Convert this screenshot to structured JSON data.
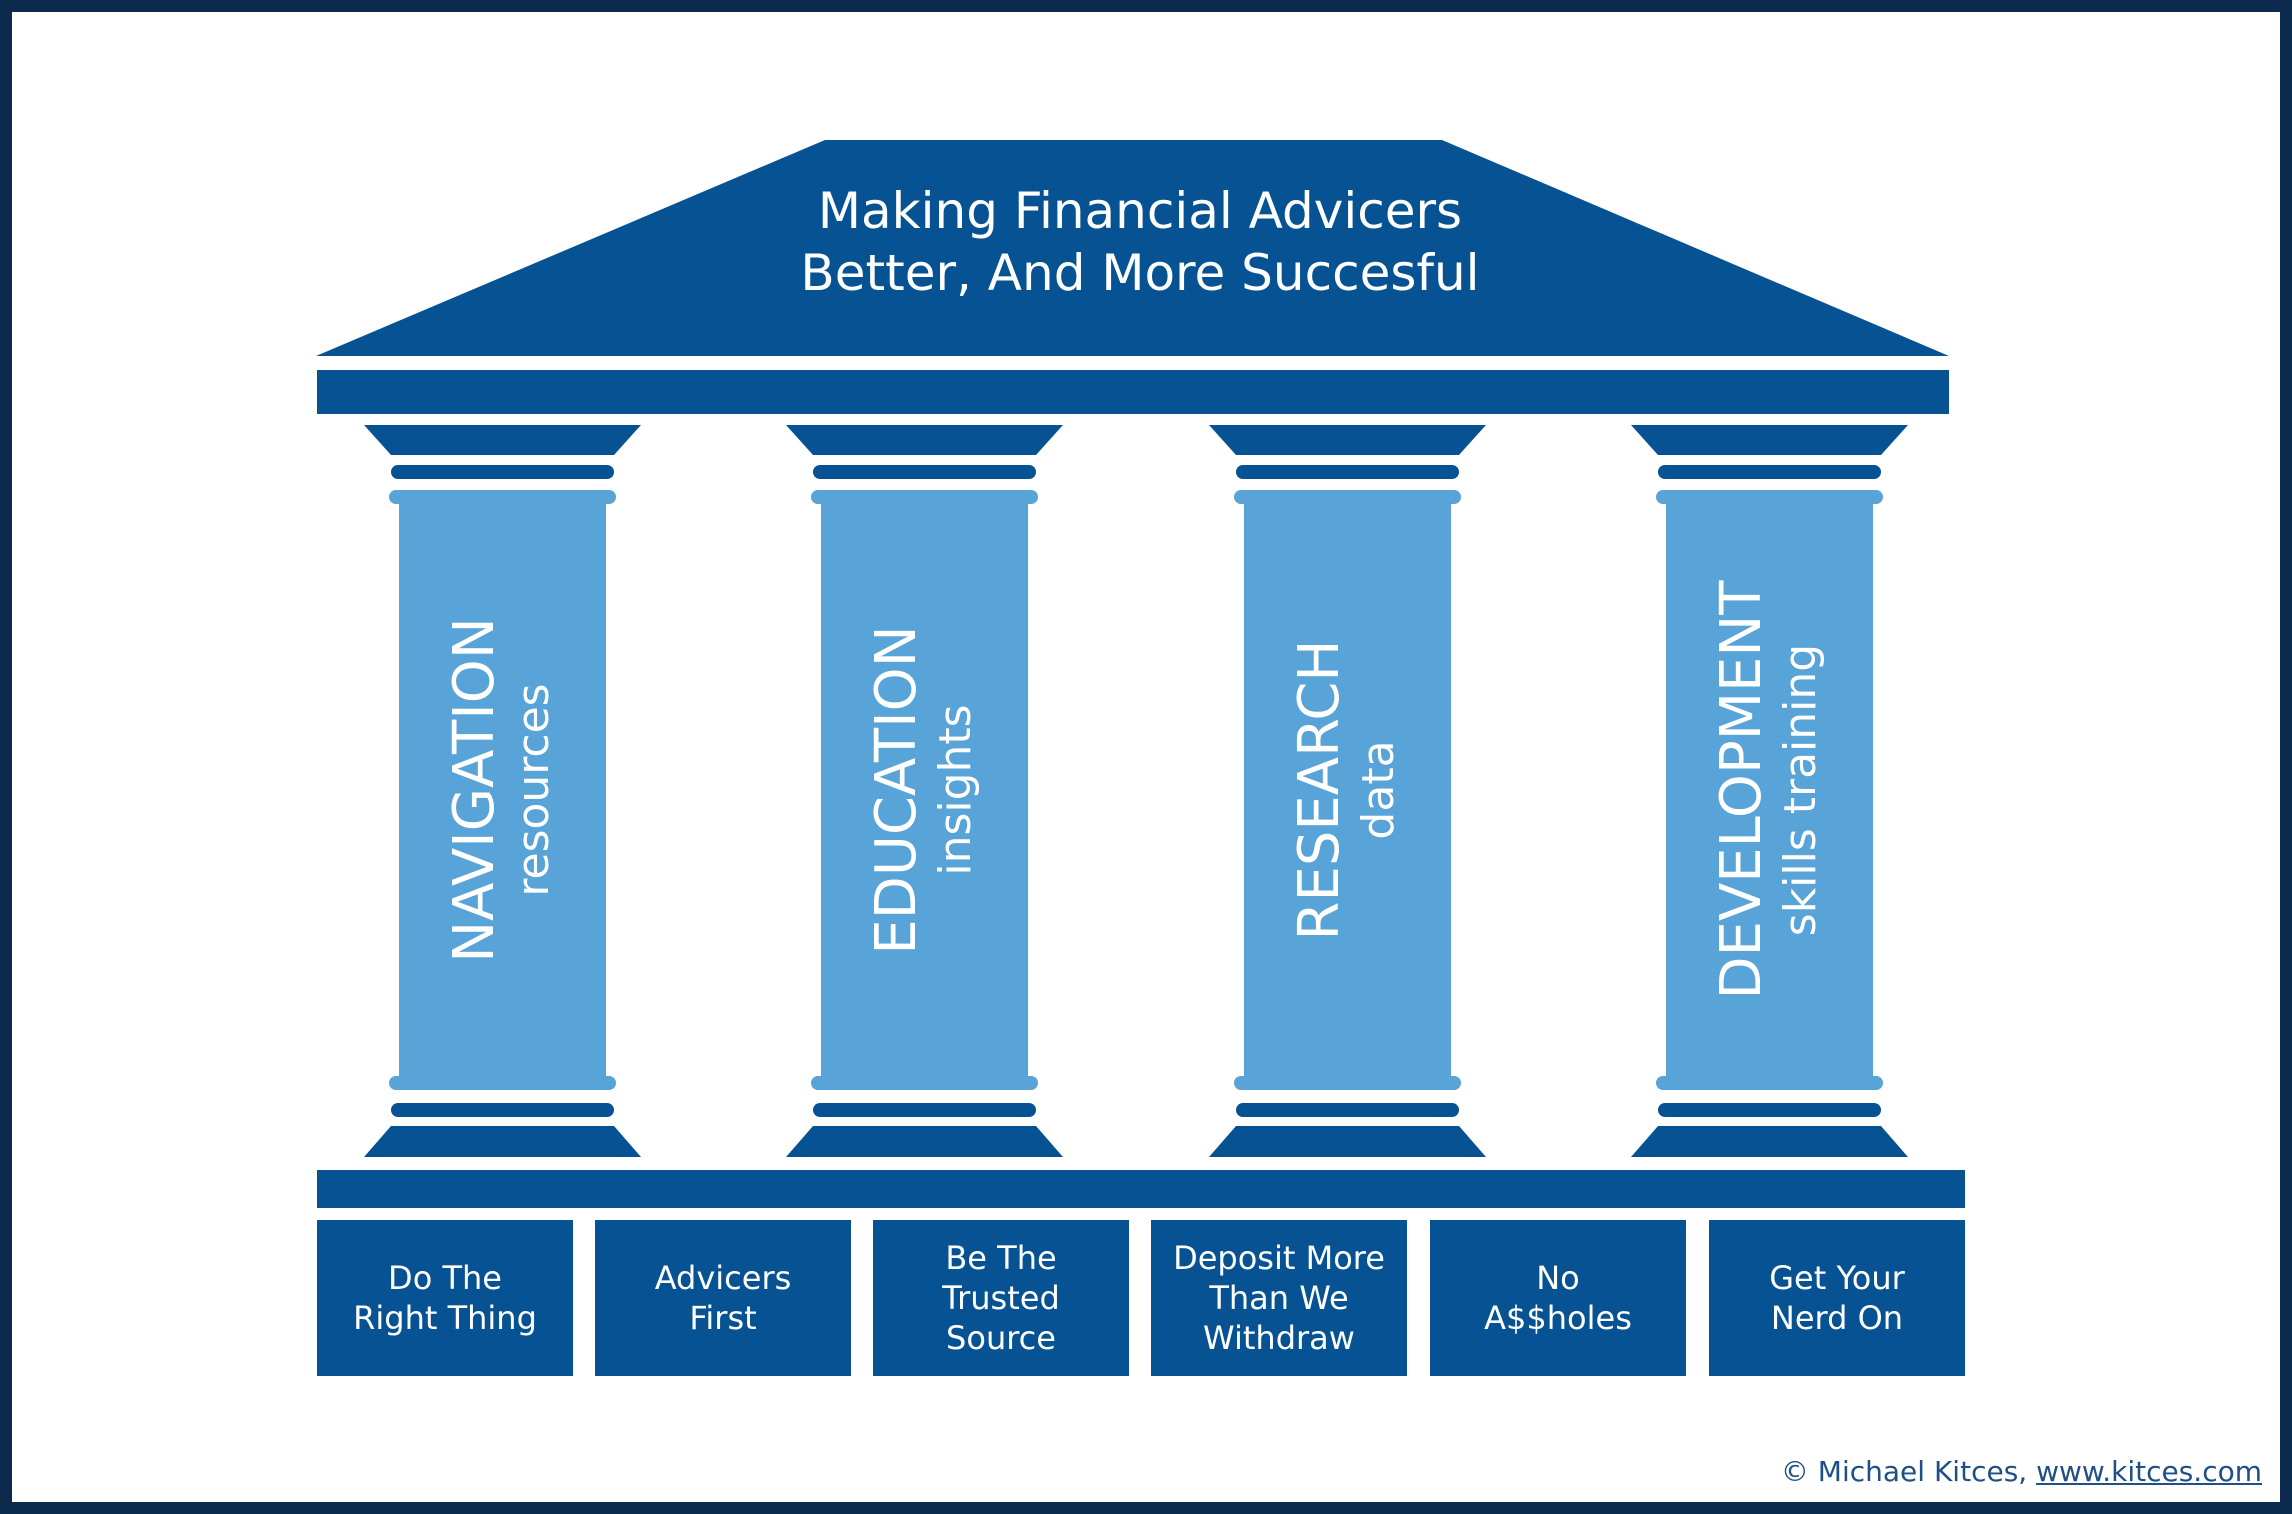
{
  "colors": {
    "frame": "#0b2a4d",
    "dark_blue": "#065293",
    "light_blue": "#58a3d7",
    "text_on_dark": "#ffffff",
    "credit_text": "#1e4f86"
  },
  "roof": {
    "title_line1": "Making Financial Advicers",
    "title_line2": "Better, And More Succesful"
  },
  "pillars": [
    {
      "title": "NAVIGATION",
      "subtitle": "resources"
    },
    {
      "title": "EDUCATION",
      "subtitle": "insights"
    },
    {
      "title": "RESEARCH",
      "subtitle": "data"
    },
    {
      "title": "DEVELOPMENT",
      "subtitle": "skills training"
    }
  ],
  "foundation_values": [
    {
      "lines": [
        "Do The",
        "Right Thing"
      ]
    },
    {
      "lines": [
        "Advicers",
        "First"
      ]
    },
    {
      "lines": [
        "Be The",
        "Trusted",
        "Source"
      ]
    },
    {
      "lines": [
        "Deposit More",
        "Than We",
        "Withdraw"
      ]
    },
    {
      "lines": [
        "No",
        "A$$holes"
      ]
    },
    {
      "lines": [
        "Get Your",
        "Nerd On"
      ]
    }
  ],
  "credit": {
    "prefix": "© Michael Kitces, ",
    "link": "www.kitces.com"
  }
}
